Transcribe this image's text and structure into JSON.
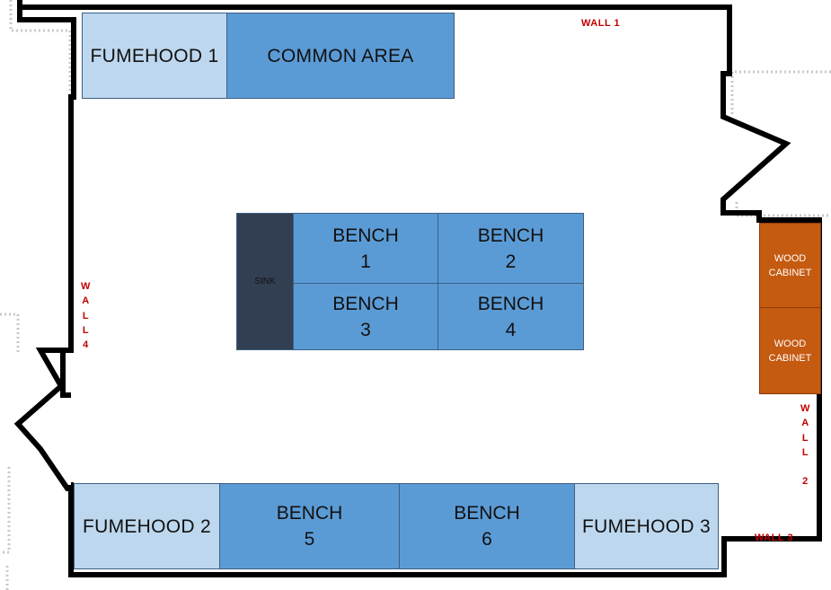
{
  "walls": {
    "wall1": "WALL 1",
    "wall2_letters": [
      "W",
      "A",
      "L",
      "L",
      "",
      "2"
    ],
    "wall3": "WALL 3",
    "wall4_letters": [
      "W",
      "A",
      "L",
      "L",
      "4"
    ]
  },
  "top_row": {
    "fumehood1": "FUMEHOOD 1",
    "common_area": "COMMON AREA"
  },
  "center": {
    "sink": "SINK",
    "bench1": [
      "BENCH",
      "1"
    ],
    "bench2": [
      "BENCH",
      "2"
    ],
    "bench3": [
      "BENCH",
      "3"
    ],
    "bench4": [
      "BENCH",
      "4"
    ]
  },
  "right_side": {
    "cabinet_upper": [
      "WOOD",
      "CABINET"
    ],
    "cabinet_lower": [
      "WOOD",
      "CABINET"
    ]
  },
  "bottom_row": {
    "fumehood2": "FUMEHOOD 2",
    "bench5": [
      "BENCH",
      "5"
    ],
    "bench6": [
      "BENCH",
      "6"
    ],
    "fumehood3": "FUMEHOOD 3"
  },
  "colors": {
    "fumehood": "#bdd7ee",
    "bench": "#5b9bd5",
    "sink": "#323f52",
    "cabinet": "#c55a11",
    "wall_label": "#c00000",
    "wall": "#000000"
  }
}
